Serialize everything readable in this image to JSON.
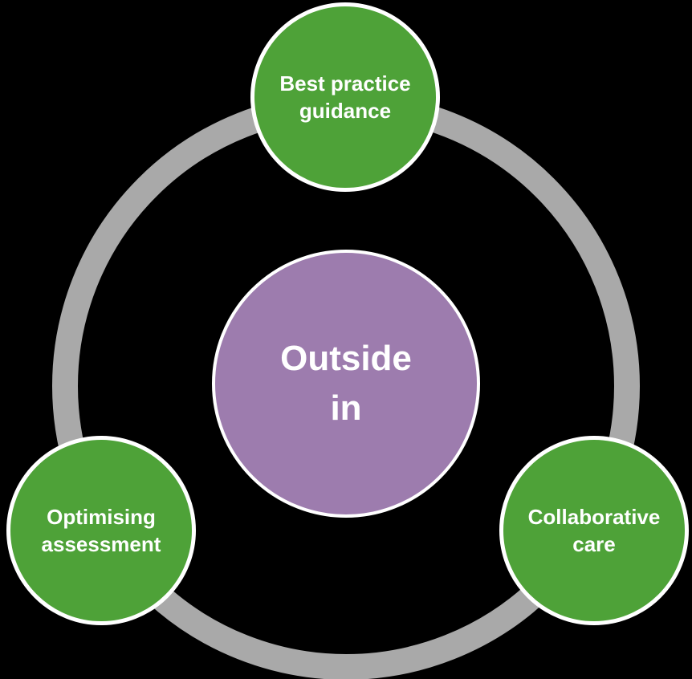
{
  "diagram": {
    "type": "cycle-diagram",
    "colors": {
      "background": "#000000",
      "ring": "#a9a9a9",
      "node_green": "#4ea238",
      "center_purple": "#9d7cae",
      "text": "#ffffff",
      "node_border": "#ffffff"
    },
    "center": {
      "label": "Outside in",
      "lines": [
        "Outside",
        "in"
      ]
    },
    "nodes": [
      {
        "position": "top",
        "label": "Best practice guidance",
        "lines": [
          "Best practice",
          "guidance"
        ]
      },
      {
        "position": "bottom-left",
        "label": "Optimising assessment",
        "lines": [
          "Optimising",
          "assessment"
        ]
      },
      {
        "position": "bottom-right",
        "label": "Collaborative care",
        "lines": [
          "Collaborative",
          "care"
        ]
      }
    ]
  }
}
